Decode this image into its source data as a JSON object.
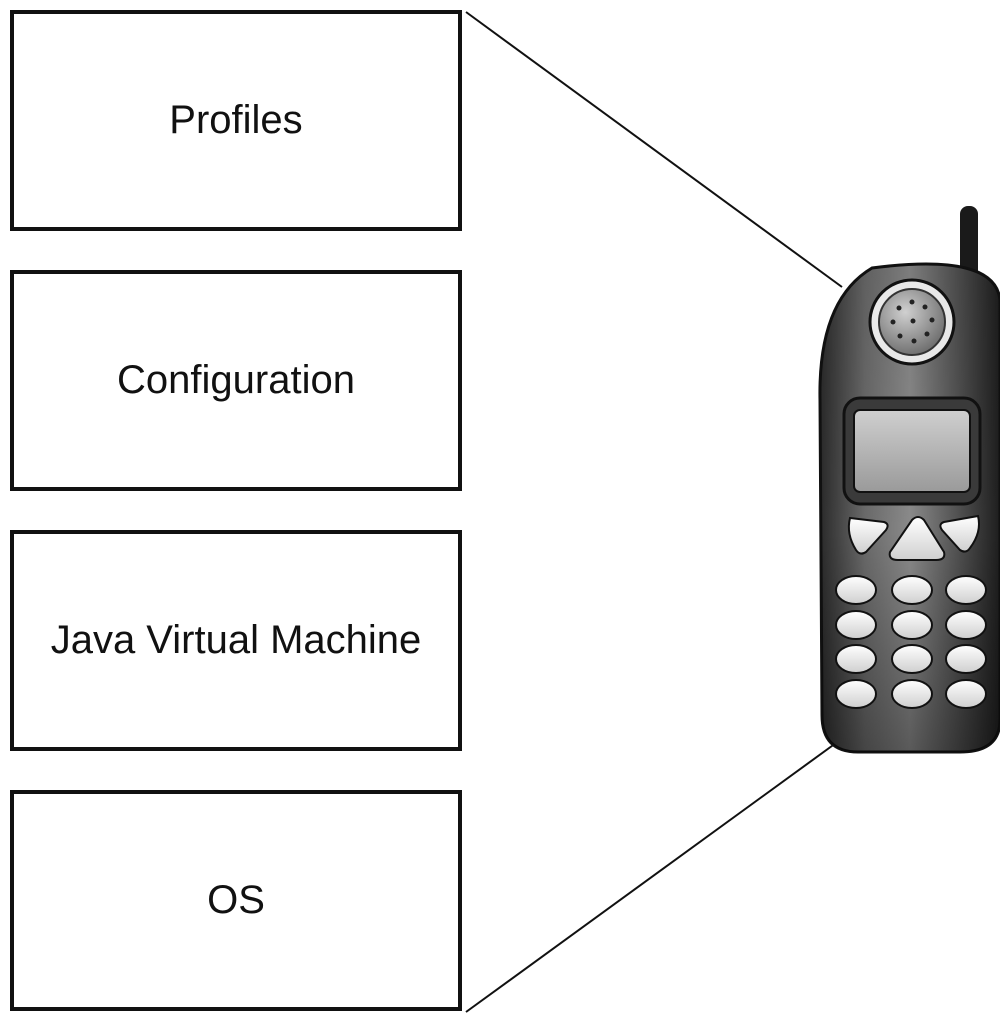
{
  "layers": [
    {
      "label": "Profiles"
    },
    {
      "label": "Configuration"
    },
    {
      "label": "Java Virtual Machine"
    },
    {
      "label": "OS"
    }
  ],
  "device": {
    "icon": "mobile-phone-icon"
  }
}
